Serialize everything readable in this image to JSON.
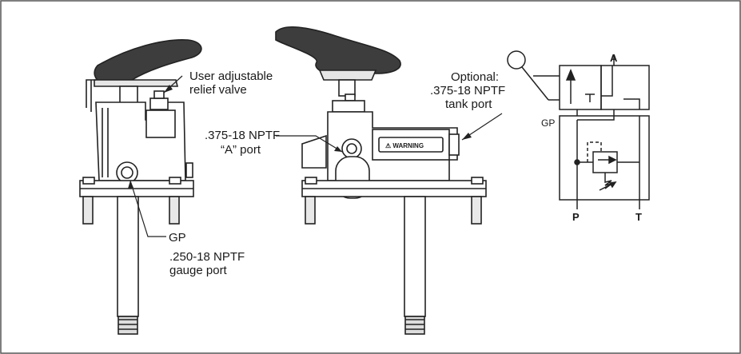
{
  "labels": {
    "relief_line1": "User adjustable",
    "relief_line2": "relief valve",
    "aport_line1": ".375-18 NPTF",
    "aport_line2": "“A” port",
    "tank_line1": "Optional:",
    "tank_line2": ".375-18 NPTF",
    "tank_line3": "tank port",
    "gp": "GP",
    "gauge_line1": ".250-18 NPTF",
    "gauge_line2": "gauge port",
    "warning": "⚠ WARNING"
  },
  "schematic": {
    "port_a": "A",
    "port_p": "P",
    "port_t": "T",
    "port_gp": "GP"
  }
}
